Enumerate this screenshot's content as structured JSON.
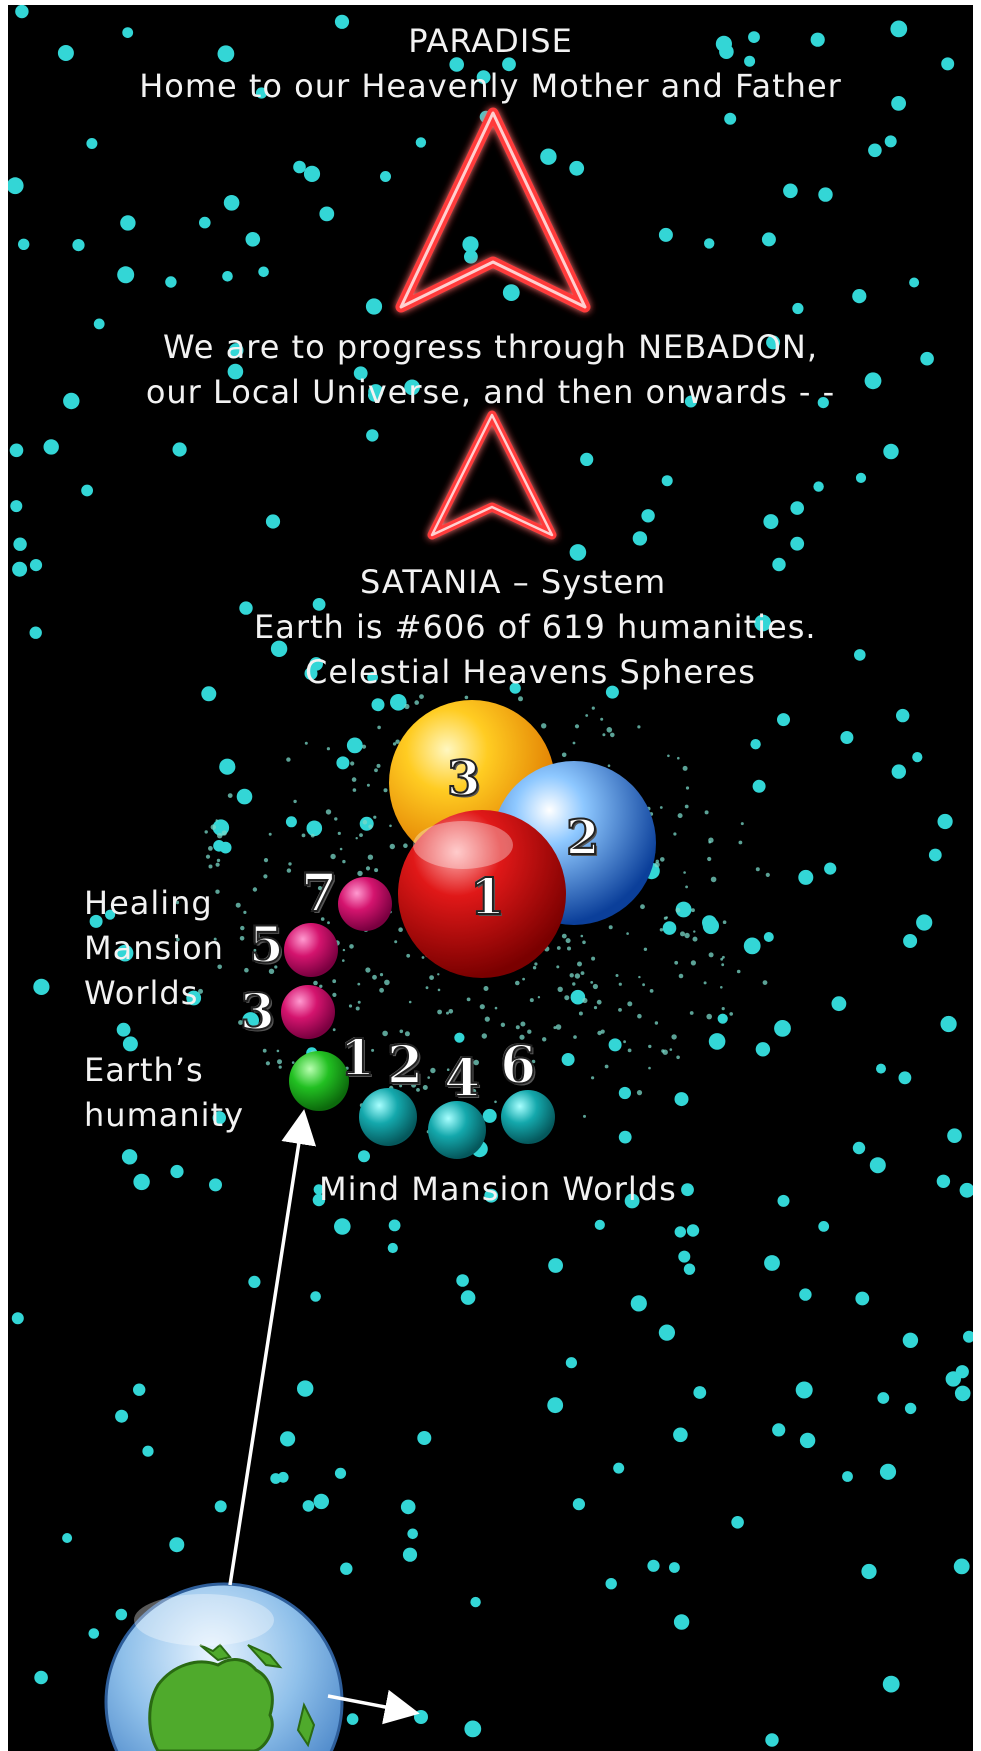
{
  "paradise": {
    "title": "PARADISE",
    "subtitle": "Home to our Heavenly Mother and Father"
  },
  "nebadon": {
    "line1": "We are to progress through NEBADON,",
    "line2": "our Local Universe, and then onwards - -"
  },
  "satania": {
    "line1": "SATANIA – System",
    "line2": "Earth is #606 of 619 humanities.",
    "line3": "Celestial Heavens Spheres"
  },
  "labels": {
    "healing": [
      "Healing",
      "Mansion",
      "Worlds"
    ],
    "earth_humanity": [
      "Earth’s",
      "humanity"
    ],
    "mind_mansion": "Mind Mansion Worlds"
  },
  "spheres": {
    "celestial": [
      "3",
      "2",
      "1"
    ],
    "healing": [
      "7",
      "5",
      "3"
    ],
    "earth": "1",
    "mind": [
      "2",
      "4",
      "6"
    ]
  },
  "colors": {
    "background": "#000000",
    "star": "#33d6d6",
    "arrow_red": "#ff3b3b",
    "text": "#f2f2f2",
    "celestial_3": "#ffaa00",
    "celestial_2": "#1f6fd0",
    "celestial_1": "#d01010",
    "healing": "#d4146e",
    "earth_sphere": "#22c022",
    "mind": "#14a8ac"
  }
}
